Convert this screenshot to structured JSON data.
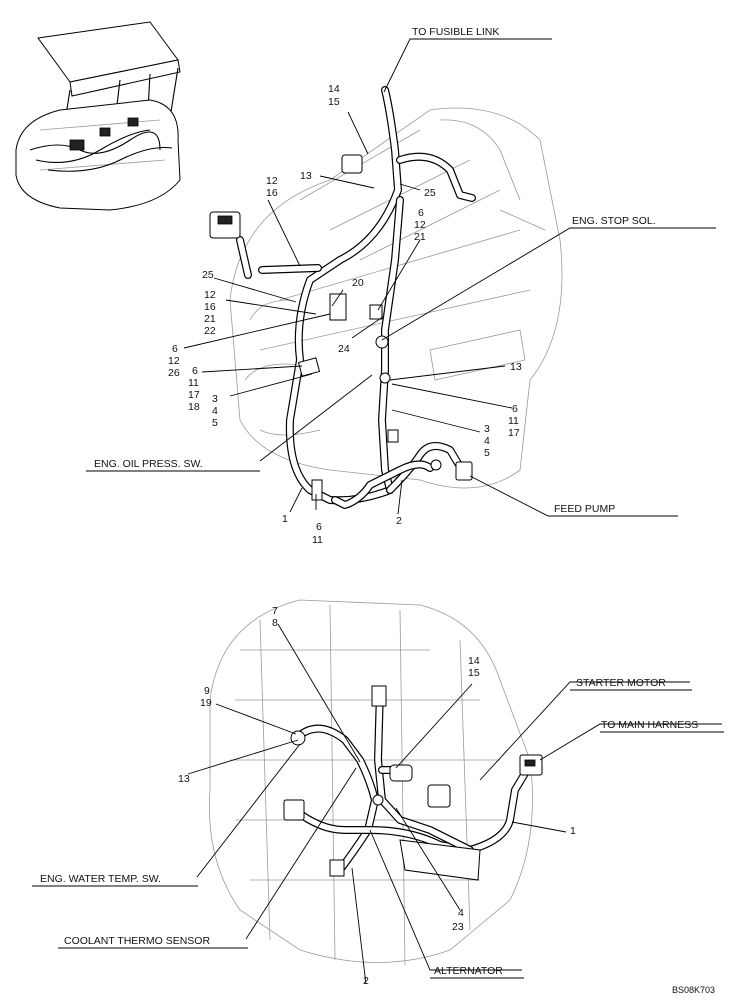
{
  "figure_code": "BS08K703",
  "callouts": {
    "to_fusible_link": "TO FUSIBLE LINK",
    "eng_stop_sol": "ENG. STOP SOL.",
    "eng_oil_press_sw": "ENG. OIL PRESS. SW.",
    "feed_pump": "FEED PUMP",
    "starter_motor": "STARTER MOTOR",
    "to_main_harness": "TO MAIN HARNESS",
    "eng_water_temp_sw": "ENG. WATER TEMP. SW.",
    "coolant_thermo_sensor": "COOLANT THERMO SENSOR",
    "alternator": "ALTERNATOR"
  },
  "part_numbers": {
    "upper": {
      "n14_15": [
        "14",
        "15"
      ],
      "n13_top": "13",
      "n25_top": "25",
      "n12_16_top": [
        "12",
        "16"
      ],
      "n6_12_21": [
        "6",
        "12",
        "21"
      ],
      "n25_left": "25",
      "n20": "20",
      "n12_16_21_22": [
        "12",
        "16",
        "21",
        "22"
      ],
      "n24": "24",
      "n6_12_26": [
        "6",
        "12",
        "26"
      ],
      "n6_11_17_18": [
        "6",
        "11",
        "17",
        "18"
      ],
      "n3_4_5_left": [
        "3",
        "4",
        "5"
      ],
      "n13_right": "13",
      "n6_11_17_right": [
        "6",
        "11",
        "17"
      ],
      "n3_4_5_right": [
        "3",
        "4",
        "5"
      ],
      "n1": "1",
      "n6_11_bottom": [
        "6",
        "11"
      ],
      "n2": "2"
    },
    "lower": {
      "n7_8": [
        "7",
        "8"
      ],
      "n14_15": [
        "14",
        "15"
      ],
      "n9_19": [
        "9",
        "19"
      ],
      "n13": "13",
      "n1": "1",
      "n4_23": [
        "4",
        "23"
      ],
      "n2": "2"
    }
  }
}
